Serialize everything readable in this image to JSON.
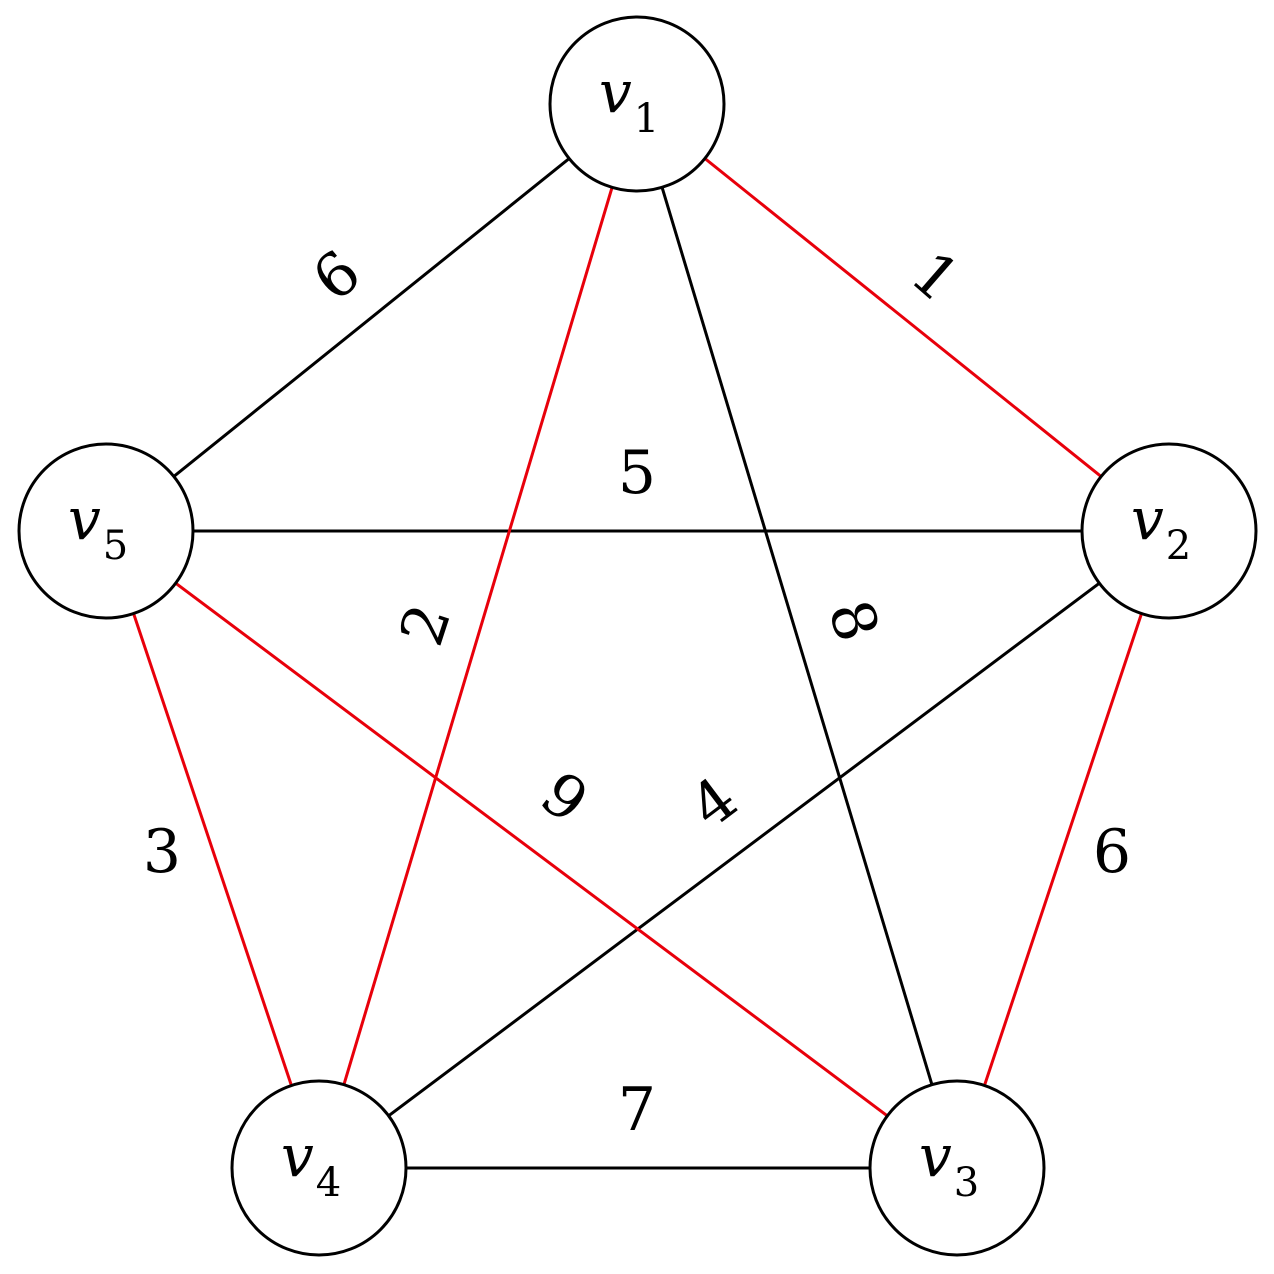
{
  "colors": {
    "mst_edge": "#e8000b",
    "normal_edge": "#000000",
    "node_stroke": "#000000",
    "background": "#ffffff"
  },
  "nodes": [
    {
      "id": "v1",
      "base": "v",
      "sub": "1"
    },
    {
      "id": "v2",
      "base": "v",
      "sub": "2"
    },
    {
      "id": "v3",
      "base": "v",
      "sub": "3"
    },
    {
      "id": "v4",
      "base": "v",
      "sub": "4"
    },
    {
      "id": "v5",
      "base": "v",
      "sub": "5"
    }
  ],
  "edges": [
    {
      "from": "v1",
      "to": "v2",
      "weight": "1",
      "highlighted": true
    },
    {
      "from": "v1",
      "to": "v4",
      "weight": "2",
      "highlighted": true
    },
    {
      "from": "v5",
      "to": "v4",
      "weight": "3",
      "highlighted": true
    },
    {
      "from": "v2",
      "to": "v3",
      "weight": "6",
      "highlighted": true
    },
    {
      "from": "v5",
      "to": "v3",
      "weight": "9",
      "highlighted": true
    },
    {
      "from": "v1",
      "to": "v5",
      "weight": "6",
      "highlighted": false
    },
    {
      "from": "v5",
      "to": "v2",
      "weight": "5",
      "highlighted": false
    },
    {
      "from": "v1",
      "to": "v3",
      "weight": "8",
      "highlighted": false
    },
    {
      "from": "v2",
      "to": "v4",
      "weight": "4",
      "highlighted": false
    },
    {
      "from": "v4",
      "to": "v3",
      "weight": "7",
      "highlighted": false
    }
  ]
}
